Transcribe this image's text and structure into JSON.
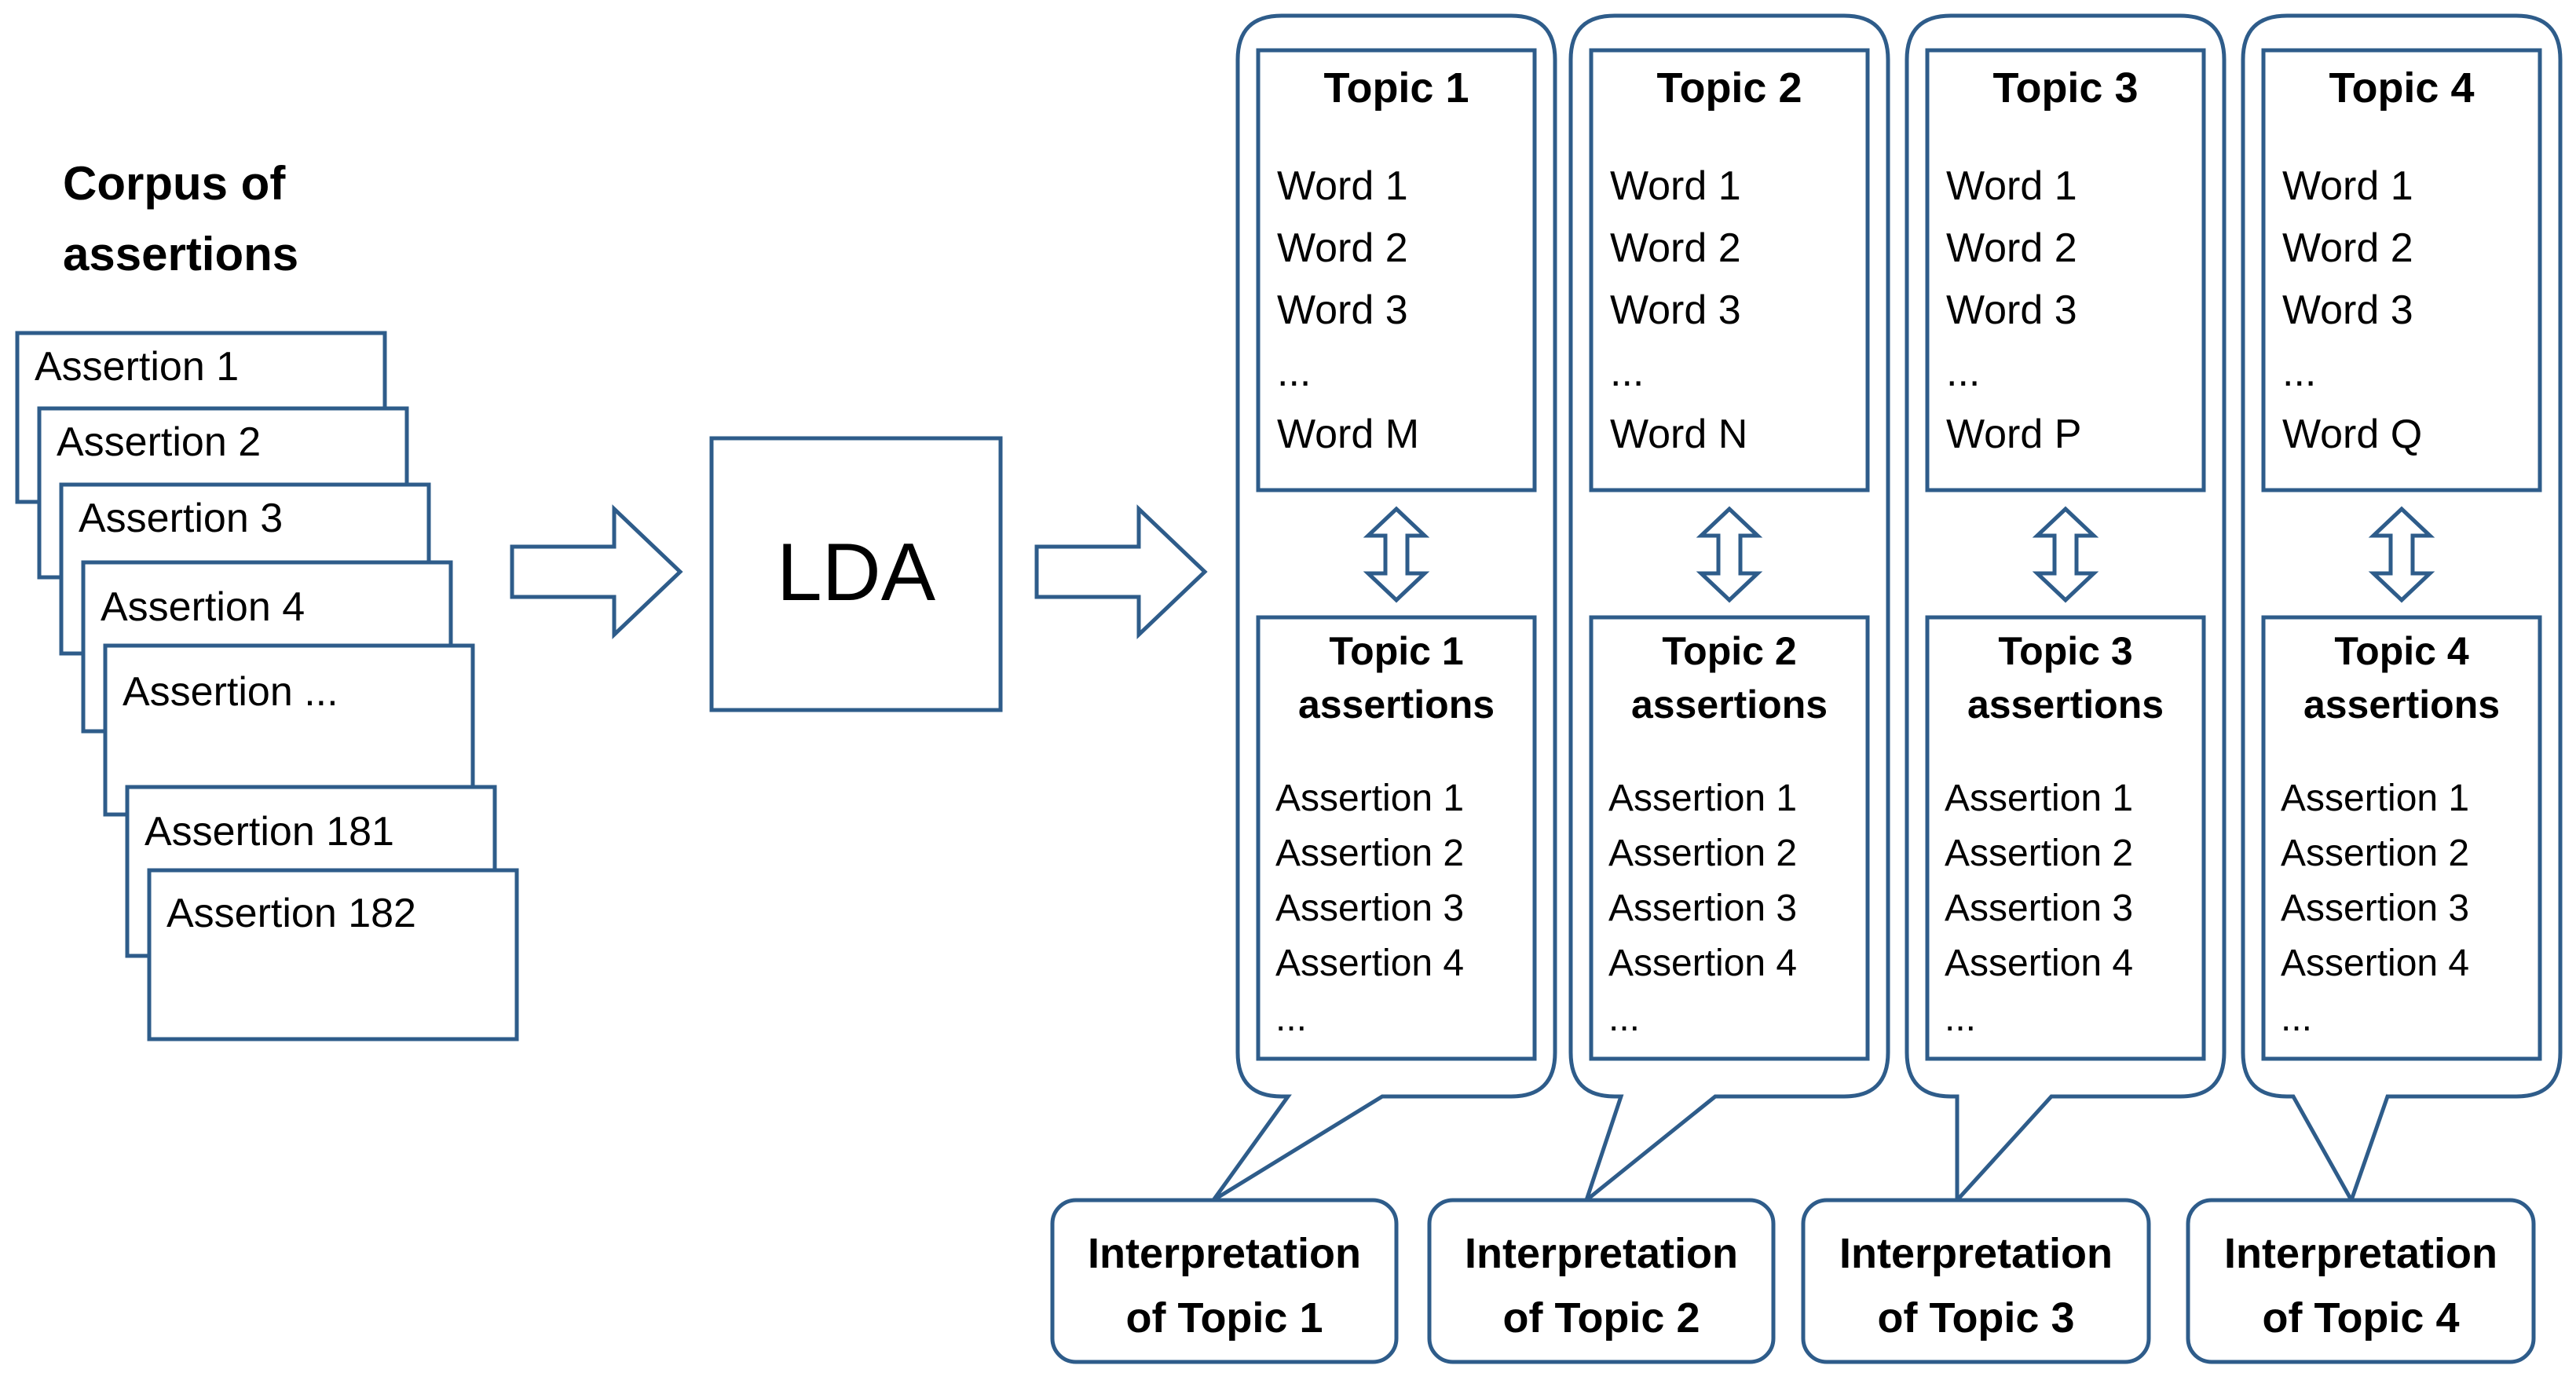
{
  "colors": {
    "stroke": "#2E5C8A",
    "background": "#ffffff",
    "text": "#000000"
  },
  "corpus": {
    "title_line1": "Corpus of",
    "title_line2": "assertions",
    "cards": [
      "Assertion 1",
      "Assertion 2",
      "Assertion 3",
      "Assertion 4",
      "Assertion ...",
      "Assertion 181",
      "Assertion 182"
    ]
  },
  "lda": {
    "label": "LDA"
  },
  "topics": [
    {
      "title": "Topic 1",
      "words": [
        "Word 1",
        "Word 2",
        "Word 3",
        "...",
        "Word M"
      ],
      "assertions_title_line1": "Topic 1",
      "assertions_title_line2": "assertions",
      "assertions": [
        "Assertion 1",
        "Assertion 2",
        "Assertion 3",
        "Assertion 4",
        "..."
      ],
      "interpretation_line1": "Interpretation",
      "interpretation_line2": "of Topic 1"
    },
    {
      "title": "Topic 2",
      "words": [
        "Word 1",
        "Word 2",
        "Word 3",
        "...",
        "Word N"
      ],
      "assertions_title_line1": "Topic 2",
      "assertions_title_line2": "assertions",
      "assertions": [
        "Assertion 1",
        "Assertion 2",
        "Assertion 3",
        "Assertion 4",
        "..."
      ],
      "interpretation_line1": "Interpretation",
      "interpretation_line2": "of Topic 2"
    },
    {
      "title": "Topic 3",
      "words": [
        "Word 1",
        "Word 2",
        "Word 3",
        "...",
        "Word P"
      ],
      "assertions_title_line1": "Topic 3",
      "assertions_title_line2": "assertions",
      "assertions": [
        "Assertion 1",
        "Assertion 2",
        "Assertion 3",
        "Assertion 4",
        "..."
      ],
      "interpretation_line1": "Interpretation",
      "interpretation_line2": "of Topic 3"
    },
    {
      "title": "Topic 4",
      "words": [
        "Word 1",
        "Word 2",
        "Word 3",
        "...",
        "Word Q"
      ],
      "assertions_title_line1": "Topic 4",
      "assertions_title_line2": "assertions",
      "assertions": [
        "Assertion 1",
        "Assertion 2",
        "Assertion 3",
        "Assertion 4",
        "..."
      ],
      "interpretation_line1": "Interpretation",
      "interpretation_line2": "of Topic 4"
    }
  ]
}
